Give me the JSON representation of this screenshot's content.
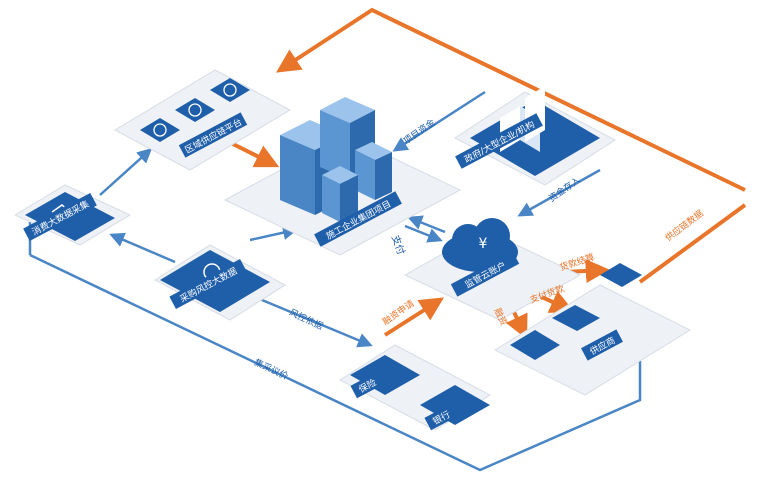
{
  "nodes": {
    "regional_platform": {
      "label": "区域供应链平台"
    },
    "government": {
      "label": "政府/大型企业/机构"
    },
    "big_data": {
      "label": "消费大数据采集"
    },
    "core_enterprise": {
      "label": "施工企业集团项目"
    },
    "supervision_account": {
      "label": "监管云账户"
    },
    "risk_control": {
      "label": "采购风控大数据"
    },
    "supplier": {
      "label": "供应商"
    },
    "insurance": {
      "label": "保险"
    },
    "bank": {
      "label": "银行"
    }
  },
  "edges": {
    "project_funds": "项目资金",
    "deposit": "资金存入",
    "payment": "支付",
    "settlement": "货款结算",
    "pay_supplier": "支付货款",
    "finance": "融资",
    "supply_chain_data": "供应链数据",
    "risk_basis": "风控依据",
    "financing_apply": "融资申请",
    "price_collection": "集采议价"
  },
  "colors": {
    "orange": "#e8752a",
    "blue": "#4a86c5",
    "dark_blue": "#1f5ea8",
    "panel": "#f2f4f7"
  }
}
